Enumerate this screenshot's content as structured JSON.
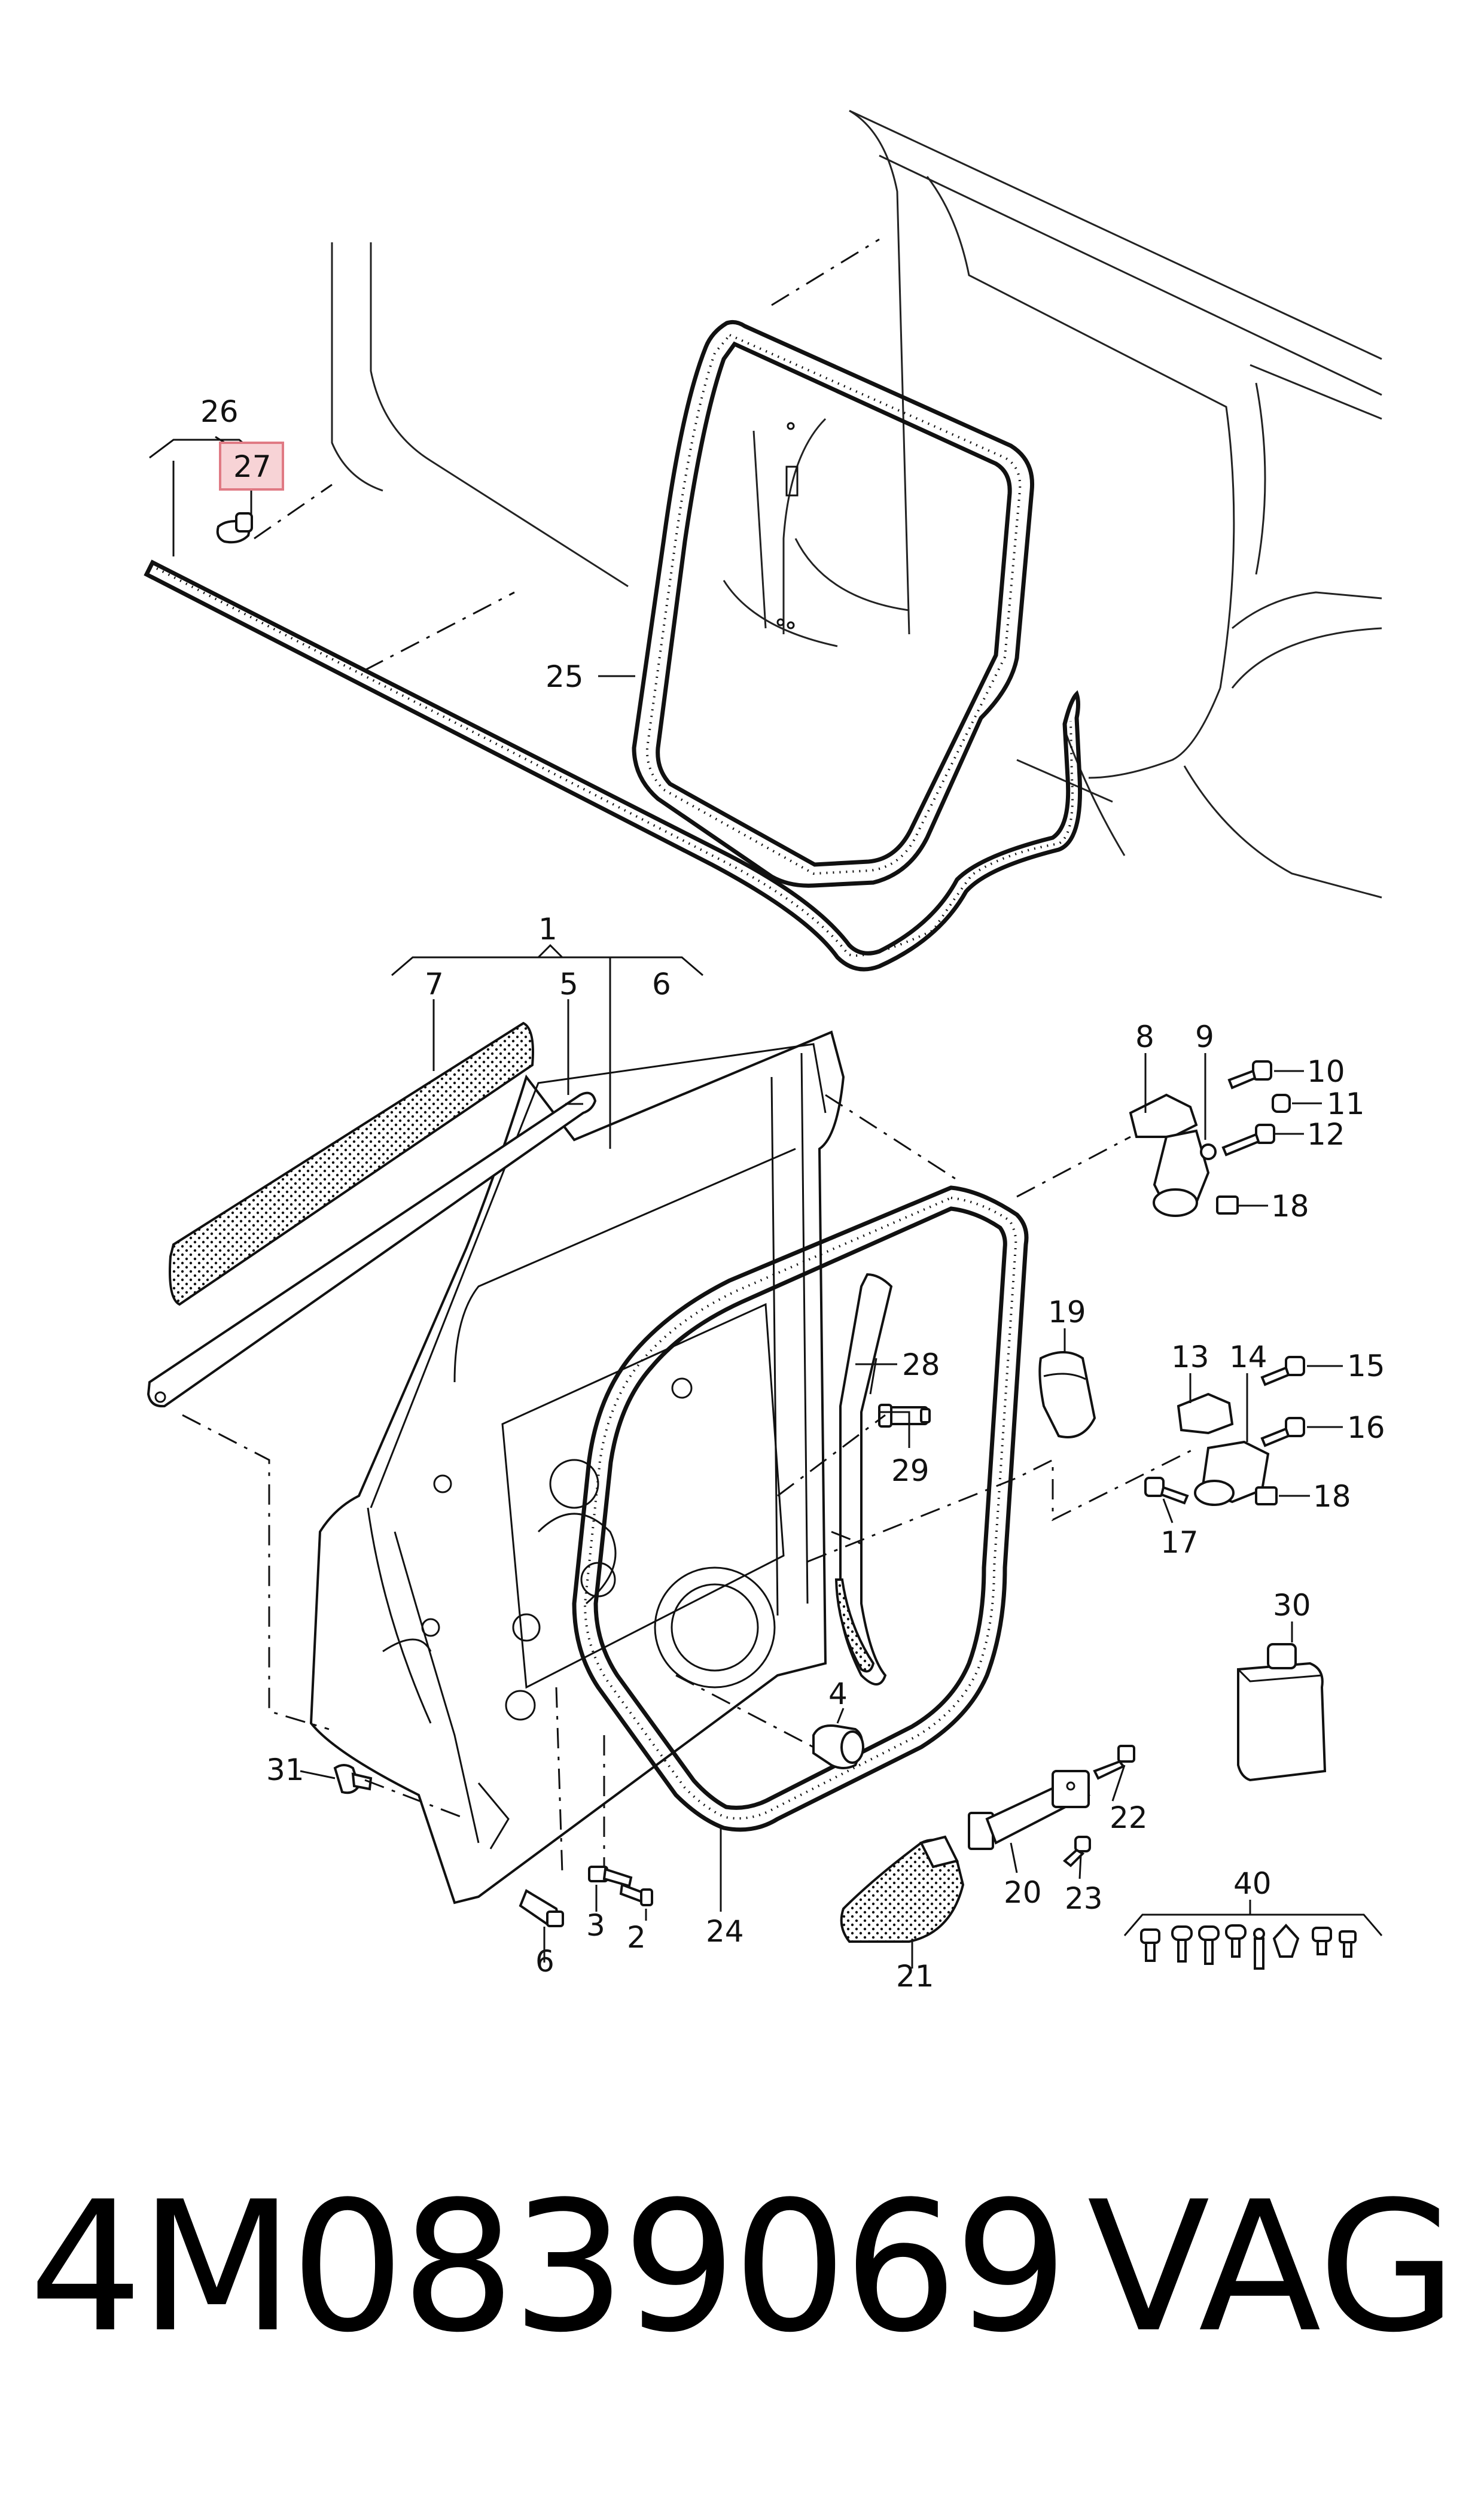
{
  "callouts": {
    "c1": "1",
    "c2": "2",
    "c3": "3",
    "c4": "4",
    "c5": "5",
    "c6a": "6",
    "c6b": "6",
    "c7": "7",
    "c8": "8",
    "c9": "9",
    "c10": "10",
    "c11": "11",
    "c12": "12",
    "c13": "13",
    "c14": "14",
    "c15": "15",
    "c16": "16",
    "c17": "17",
    "c18a": "18",
    "c18b": "18",
    "c19": "19",
    "c20": "20",
    "c21": "21",
    "c22": "22",
    "c23": "23",
    "c24": "24",
    "c25": "25",
    "c26": "26",
    "c27": "27",
    "c28": "28",
    "c29": "29",
    "c30": "30",
    "c31": "31",
    "c40": "40"
  },
  "highlight": {
    "callout": "27",
    "fill": "#f7d3d6",
    "stroke": "#e07a84"
  },
  "footer": {
    "part_number": "4M0839069",
    "brand": "VAG"
  }
}
